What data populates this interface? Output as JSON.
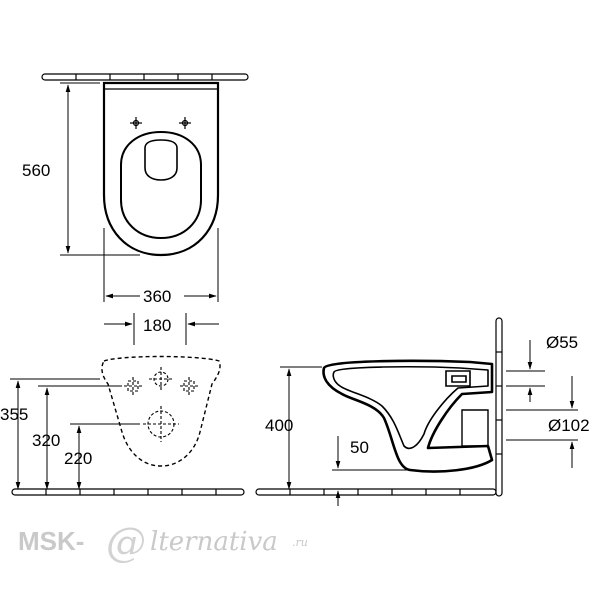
{
  "dimensions": {
    "top_depth": "560",
    "top_width": "360",
    "fixing_spacing": "180",
    "front_height": "355",
    "front_fix_height": "320",
    "front_low_height": "220",
    "side_height": "400",
    "side_offset": "50",
    "inlet_diameter": "Ø55",
    "outlet_diameter": "Ø102"
  },
  "watermark": {
    "brand": "MSK-",
    "at_symbol": "@",
    "tail": "lternativa",
    "suffix": ".ru"
  },
  "colors": {
    "line": "#000000",
    "watermark": "#c9c9c9"
  }
}
